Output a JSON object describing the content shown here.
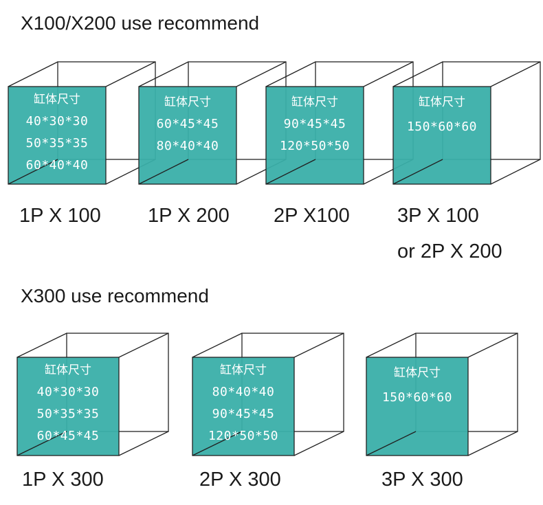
{
  "sections": [
    {
      "heading": "X100/X200 use recommend",
      "cubes": [
        {
          "title": "缸体尺寸",
          "sizes": [
            "40*30*30",
            "50*35*35",
            "60*40*40"
          ],
          "caption": "1P X 100"
        },
        {
          "title": "缸体尺寸",
          "sizes": [
            "60*45*45",
            "80*40*40"
          ],
          "caption": "1P X 200"
        },
        {
          "title": "缸体尺寸",
          "sizes": [
            "90*45*45",
            "120*50*50"
          ],
          "caption": "2P X100"
        },
        {
          "title": "缸体尺寸",
          "sizes": [
            "150*60*60"
          ],
          "caption": "3P X 100",
          "caption2": "or 2P X 200"
        }
      ]
    },
    {
      "heading": "X300 use recommend",
      "cubes": [
        {
          "title": "缸体尺寸",
          "sizes": [
            "40*30*30",
            "50*35*35",
            "60*45*45"
          ],
          "caption": "1P X 300"
        },
        {
          "title": "缸体尺寸",
          "sizes": [
            "80*40*40",
            "90*45*45",
            "120*50*50"
          ],
          "caption": "2P X 300"
        },
        {
          "title": "缸体尺寸",
          "sizes": [
            "150*60*60"
          ],
          "caption": "3P X 300"
        }
      ]
    }
  ],
  "colors": {
    "face": "#3aafa9",
    "edge": "#222222"
  }
}
